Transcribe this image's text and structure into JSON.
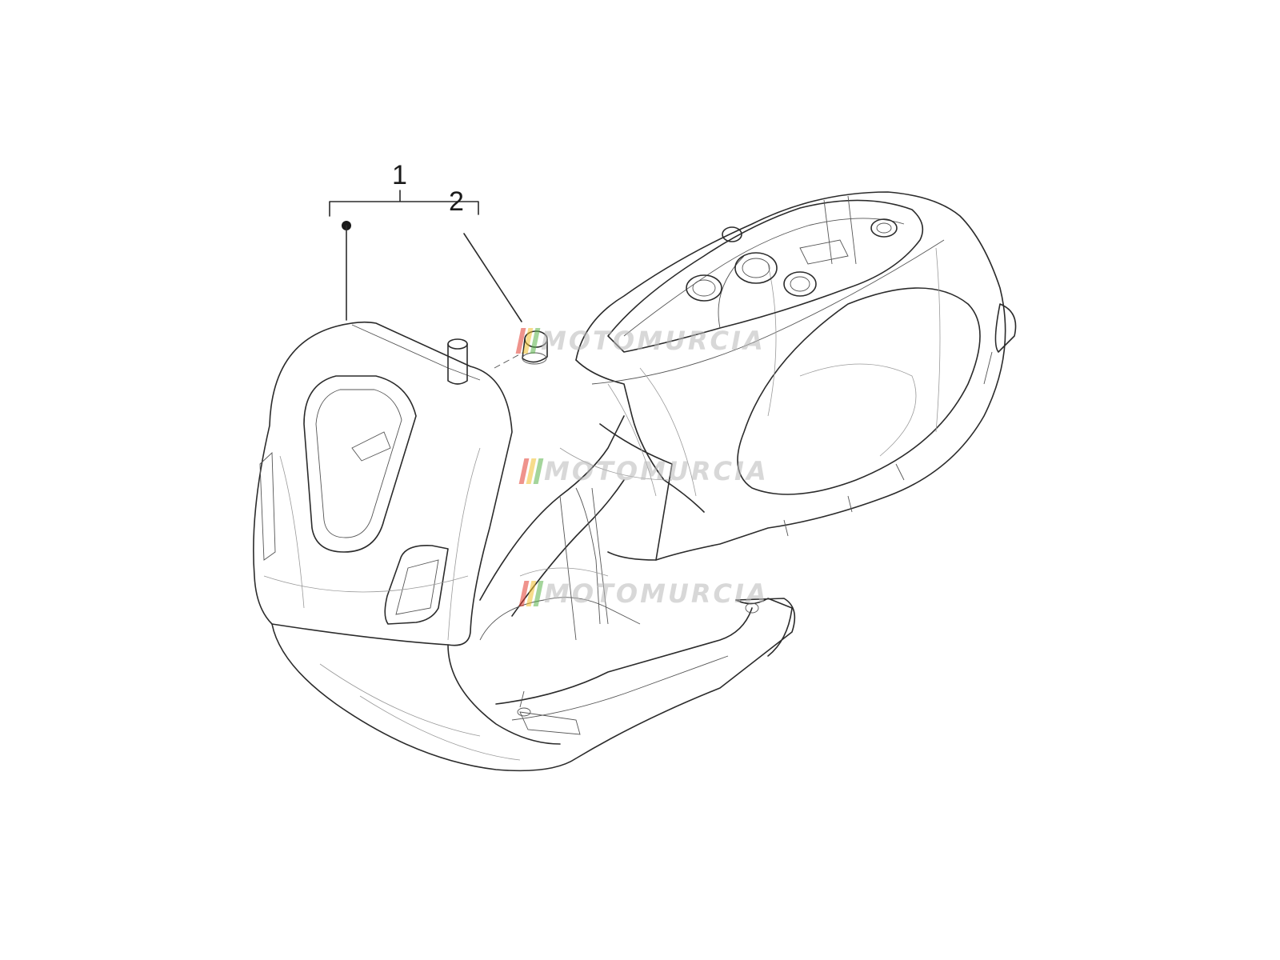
{
  "callouts": [
    {
      "id": "1",
      "label": "1"
    },
    {
      "id": "2",
      "label": "2"
    }
  ],
  "watermark": {
    "text": "MOTOMURCIA",
    "bar_colors": [
      "#e23b2f",
      "#f2c12e",
      "#5bb34a"
    ]
  },
  "colors": {
    "line": "#2b2b2b",
    "background": "#ffffff"
  }
}
